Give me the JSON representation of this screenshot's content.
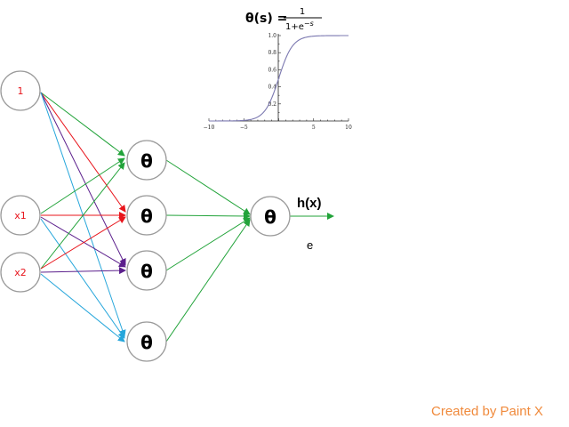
{
  "formula": {
    "lhs": "θ(s) = ",
    "numerator": "1",
    "denominator_base": "1+e",
    "denominator_exp": "−s"
  },
  "sigmoid_plot": {
    "type": "line",
    "function": "1/(1+e^-s)",
    "xlim": [
      -10,
      10
    ],
    "ylim": [
      0,
      1.0
    ],
    "x_ticks": [
      "−10",
      "−5",
      "5",
      "10"
    ],
    "y_ticks": [
      "0.2",
      "0.4",
      "0.6",
      "0.8",
      "1.0"
    ],
    "line_color": "#7b78b0"
  },
  "nodes": {
    "bias": "1",
    "x1": "x1",
    "x2": "x2",
    "hidden": [
      "θ",
      "θ",
      "θ",
      "θ"
    ],
    "output": "θ"
  },
  "output_label": "h(x)",
  "output_sub": "e",
  "watermark": "Created by Paint X",
  "colors": {
    "input_text": "#e8141b",
    "green": "#22a33a",
    "red": "#e8141b",
    "purple": "#5b1f8c",
    "cyan": "#26a6db",
    "node_stroke": "#9a9a9a",
    "watermark": "#f08a3c"
  }
}
